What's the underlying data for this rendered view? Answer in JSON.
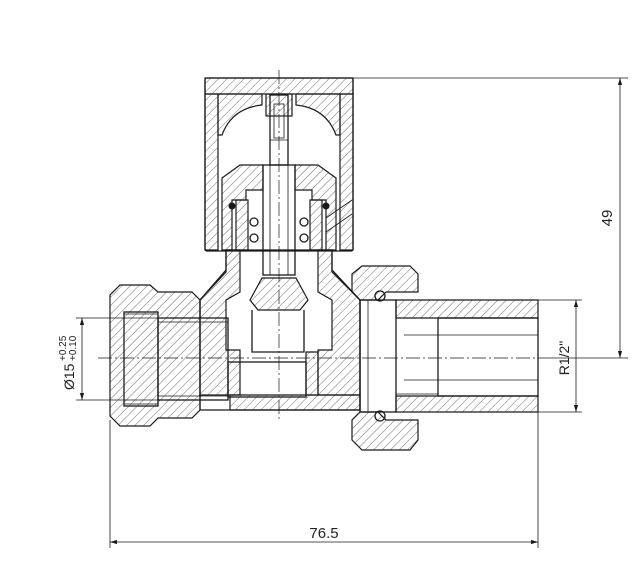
{
  "dimensions": {
    "overall_length": "76.5",
    "height": "49",
    "thread": "R1/2\"",
    "pipe_diameter": {
      "nominal": "Ø15",
      "upper_tolerance": "+0.25",
      "lower_tolerance": "+0.10"
    }
  }
}
